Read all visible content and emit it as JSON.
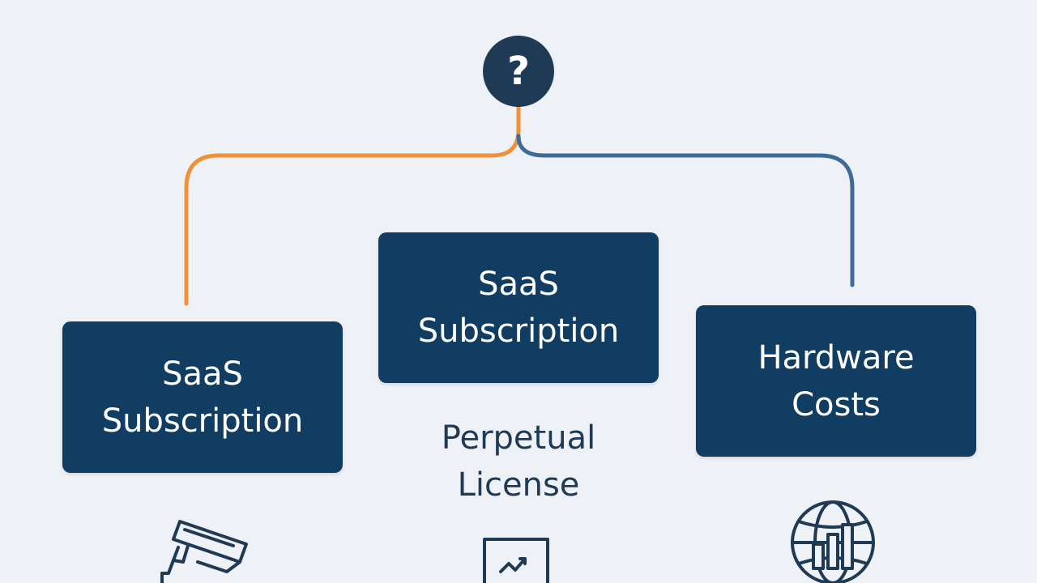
{
  "diagram": {
    "root": {
      "symbol": "?",
      "icon": "question-mark-icon"
    },
    "colors": {
      "background": "#eef1f5",
      "node_fill": "#123d63",
      "root_fill": "#1f3a55",
      "connector_left": "#f0913a",
      "connector_right": "#3d6a96",
      "label_text": "#1f3a55"
    },
    "nodes": [
      {
        "line1": "SaaS",
        "line2": "Subscription"
      },
      {
        "line1": "SaaS",
        "line2": "Subscription"
      },
      {
        "line1": "Hardware",
        "line2": "Costs"
      }
    ],
    "floating_label": {
      "line1": "Perpetual",
      "line2": "License"
    },
    "icons": [
      {
        "name": "security-camera-icon"
      },
      {
        "name": "line-chart-icon"
      },
      {
        "name": "globe-chart-icon"
      }
    ]
  }
}
